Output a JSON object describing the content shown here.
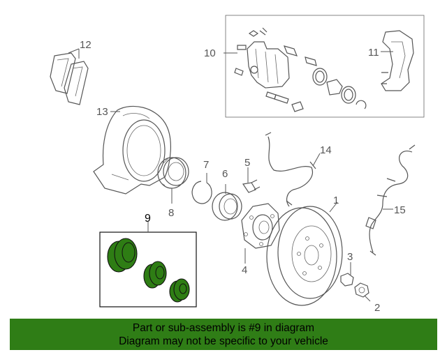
{
  "labels": {
    "p1": "1",
    "p2": "2",
    "p3": "3",
    "p4": "4",
    "p5": "5",
    "p6": "6",
    "p7": "7",
    "p8": "8",
    "p9": "9",
    "p10": "10",
    "p11": "11",
    "p12": "12",
    "p13": "13",
    "p14": "14",
    "p15": "15"
  },
  "highlight_color": "#2f7d16",
  "banner": {
    "line1": "Part or sub-assembly is #9 in diagram",
    "line2": "Diagram may not be specific to your vehicle"
  }
}
